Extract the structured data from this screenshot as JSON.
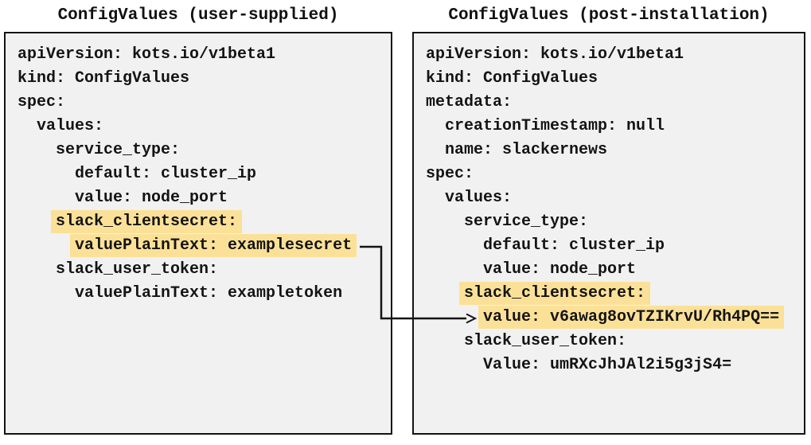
{
  "left_panel": {
    "title": "ConfigValues (user-supplied)",
    "lines": [
      {
        "text": "apiVersion: kots.io/v1beta1",
        "highlight": false
      },
      {
        "text": "kind: ConfigValues",
        "highlight": false
      },
      {
        "text": "spec:",
        "highlight": false
      },
      {
        "text": "  values:",
        "highlight": false
      },
      {
        "text": "    service_type:",
        "highlight": false
      },
      {
        "text": "      default: cluster_ip",
        "highlight": false
      },
      {
        "text": "      value: node_port",
        "highlight": false
      },
      {
        "text": "    slack_clientsecret:",
        "highlight": true
      },
      {
        "text": "      valuePlainText: examplesecret",
        "highlight": true
      },
      {
        "text": "    slack_user_token:",
        "highlight": false
      },
      {
        "text": "      valuePlainText: exampletoken",
        "highlight": false
      }
    ]
  },
  "right_panel": {
    "title": "ConfigValues (post-installation)",
    "lines": [
      {
        "text": "apiVersion: kots.io/v1beta1",
        "highlight": false
      },
      {
        "text": "kind: ConfigValues",
        "highlight": false
      },
      {
        "text": "metadata:",
        "highlight": false
      },
      {
        "text": "  creationTimestamp: null",
        "highlight": false
      },
      {
        "text": "  name: slackernews",
        "highlight": false
      },
      {
        "text": "spec:",
        "highlight": false
      },
      {
        "text": "  values:",
        "highlight": false
      },
      {
        "text": "    service_type:",
        "highlight": false
      },
      {
        "text": "      default: cluster_ip",
        "highlight": false
      },
      {
        "text": "      value: node_port",
        "highlight": false
      },
      {
        "text": "    slack_clientsecret:",
        "highlight": true
      },
      {
        "text": "      value: v6awag8ovTZIKrvU/Rh4PQ==",
        "highlight": true
      },
      {
        "text": "    slack_user_token:",
        "highlight": false
      },
      {
        "text": "      Value: umRXcJhJAl2i5g3jS4=",
        "highlight": false
      }
    ]
  },
  "colors": {
    "highlight": "#fbe198",
    "panel_background": "#f1f1f1",
    "panel_border": "#141414",
    "arrow": "#141414"
  }
}
